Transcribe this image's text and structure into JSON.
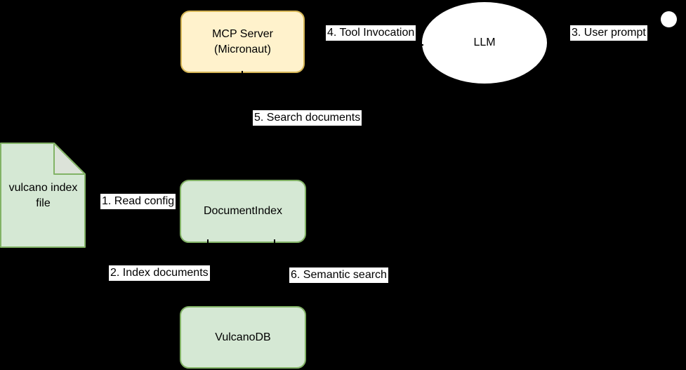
{
  "diagram": {
    "background_color": "#000000",
    "nodes": {
      "mcp_server": {
        "label": "MCP Server\n(Micronaut)",
        "shape": "rounded-rectangle",
        "fill": "#fff2cc",
        "stroke": "#d6b656"
      },
      "llm": {
        "label": "LLM",
        "shape": "ellipse",
        "fill": "#ffffff"
      },
      "user": {
        "shape": "circle",
        "fill": "#ffffff"
      },
      "vulcano_index_file": {
        "label": "vulcano index\nfile",
        "shape": "document",
        "fill": "#d5e8d4",
        "fold_fill": "#dce3d9",
        "stroke": "#82b366"
      },
      "document_index": {
        "label": "DocumentIndex",
        "shape": "rounded-rectangle",
        "fill": "#d5e8d4",
        "stroke": "#82b366"
      },
      "vulcano_db": {
        "label": "VulcanoDB",
        "shape": "rounded-rectangle",
        "fill": "#d5e8d4",
        "stroke": "#82b366"
      }
    },
    "edges": {
      "read_config": {
        "label": "1. Read config"
      },
      "index_documents": {
        "label": "2. Index documents"
      },
      "user_prompt": {
        "label": "3. User prompt"
      },
      "tool_invocation": {
        "label": "4. Tool Invocation"
      },
      "search_documents": {
        "label": "5. Search documents"
      },
      "semantic_search": {
        "label": "6. Semantic search"
      }
    },
    "edge_color": "#000000",
    "label_background": "#ffffff",
    "text_color": "#000000"
  }
}
